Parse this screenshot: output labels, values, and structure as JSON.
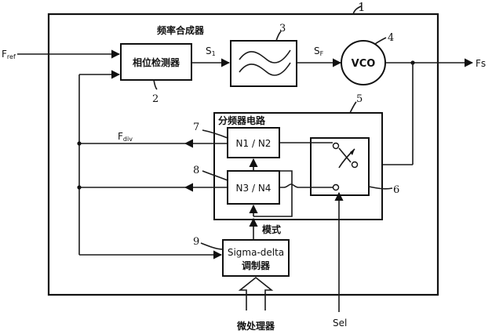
{
  "figure": {
    "ref_outer": "1",
    "ref_pd": "2",
    "ref_filter": "3",
    "ref_vco": "4",
    "ref_divider": "5",
    "ref_switch": "6",
    "ref_n1n2": "7",
    "ref_n3n4": "8",
    "ref_sigma": "9"
  },
  "labels": {
    "synth_title": "频率合成器",
    "phase_detector": "相位检测器",
    "vco": "VCO",
    "divider_title": "分频器电路",
    "n1n2": "N1 / N2",
    "n3n4": "N3 / N4",
    "sigma_line1": "Sigma-delta",
    "sigma_line2": "调制器",
    "mode": "模式",
    "microprocessor": "微处理器",
    "sel": "Sel"
  },
  "signals": {
    "fref_main": "F",
    "fref_sub": "ref",
    "s1_main": "S",
    "s1_sub": "1",
    "sf_main": "S",
    "sf_sub": "F",
    "fdiv_main": "F",
    "fdiv_sub": "div",
    "fs_main": "Fs"
  }
}
